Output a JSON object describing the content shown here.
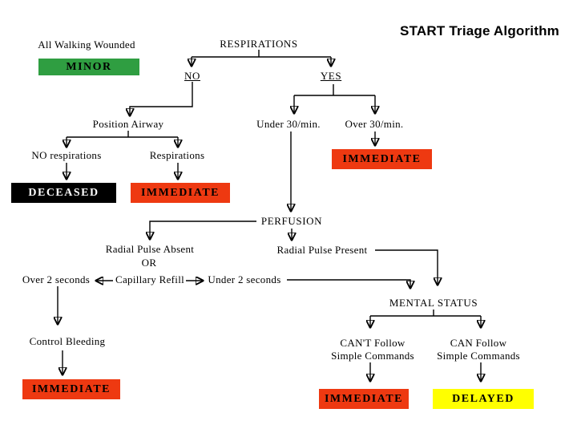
{
  "title": "START Triage Algorithm",
  "colors": {
    "minor_green": "#2f9e41",
    "immediate_red": "#ee3911",
    "deceased_black": "#000000",
    "delayed_yellow": "#ffff00",
    "connector_black": "#000000"
  },
  "nodes": {
    "all_walking_wounded": "All Walking Wounded",
    "respirations_root": "RESPIRATIONS",
    "no_branch": "NO",
    "yes_branch": "YES",
    "position_airway": "Position Airway",
    "no_respirations": "NO respirations",
    "respirations_present": "Respirations",
    "under_30": "Under 30/min.",
    "over_30": "Over 30/min.",
    "perfusion": "PERFUSION",
    "radial_pulse_absent": "Radial Pulse Absent",
    "or_label": "OR",
    "capillary_refill": "Capillary Refill",
    "over_2_seconds": "Over 2 seconds",
    "under_2_seconds": "Under 2 seconds",
    "radial_pulse_present": "Radial Pulse Present",
    "control_bleeding": "Control Bleeding",
    "mental_status": "MENTAL STATUS",
    "cant_follow_line1": "CAN'T Follow",
    "cant_follow_line2": "Simple Commands",
    "can_follow_line1": "CAN Follow",
    "can_follow_line2": "Simple Commands"
  },
  "boxes": {
    "minor": "MINOR",
    "deceased": "DECEASED",
    "immediate_no_resp": "IMMEDIATE",
    "immediate_over30": "IMMEDIATE",
    "immediate_bleeding": "IMMEDIATE",
    "immediate_cant_follow": "IMMEDIATE",
    "delayed": "DELAYED"
  }
}
